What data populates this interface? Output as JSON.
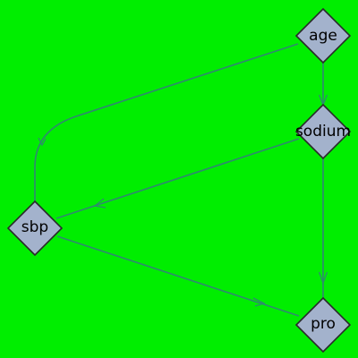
{
  "colors": {
    "background": "#00ee00",
    "node_fill": "#a3b2cc",
    "node_stroke": "#2a2a2a",
    "edge": "#2e8b6e"
  },
  "nodes": [
    {
      "id": "age",
      "label": "age"
    },
    {
      "id": "sodium",
      "label": "sodium"
    },
    {
      "id": "sbp",
      "label": "sbp"
    },
    {
      "id": "pro",
      "label": "pro"
    }
  ],
  "edges": [
    {
      "from": "age",
      "to": "sodium"
    },
    {
      "from": "age",
      "to": "sbp"
    },
    {
      "from": "sodium",
      "to": "sbp"
    },
    {
      "from": "sodium",
      "to": "pro"
    },
    {
      "from": "sbp",
      "to": "pro"
    }
  ]
}
